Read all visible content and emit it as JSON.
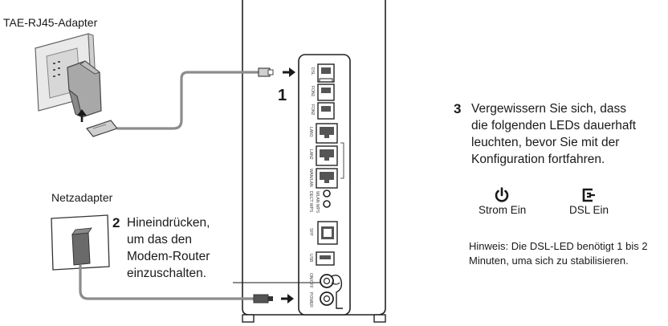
{
  "labels": {
    "tae_adapter": "TAE-RJ45-Adapter",
    "power_adapter": "Netzadapter"
  },
  "steps": {
    "step1_num": "1",
    "step2_num": "2",
    "step2_lines": [
      "Hineindrücken,",
      "um das den",
      "Modem-Router",
      "einzuschalten."
    ],
    "step3_num": "3",
    "step3_lines": [
      "Vergewissern Sie sich, dass",
      "die folgenden LEDs dauerhaft",
      "leuchten, bevor Sie mit der",
      "Konfiguration fortfahren."
    ]
  },
  "leds": {
    "power_label": "Strom Ein",
    "power_icon": "power-icon",
    "dsl_label": "DSL Ein",
    "dsl_icon": "dsl-icon"
  },
  "hint_lines": [
    "Hinweis: Die DSL-LED benötigt 1 bis 2",
    "Minuten, uma sich zu stabilisieren."
  ],
  "ports": {
    "dsl": "DSL",
    "fon1": "FON1",
    "fon2": "FON2",
    "lan1": "LAN1",
    "lan2": "LAN2",
    "wan_lan": "WAN/LAN",
    "dect_wps": "DECT WPS",
    "wlan_wps": "WLAN WPS",
    "sfp": "SFP",
    "usb": "USB",
    "on_off": "ON/OFF",
    "power": "POWER"
  },
  "colors": {
    "line": "#1a1a1a",
    "cable": "#8c8c8c",
    "wall": "#e9e9e9",
    "adapter": "#9a9a9a"
  }
}
